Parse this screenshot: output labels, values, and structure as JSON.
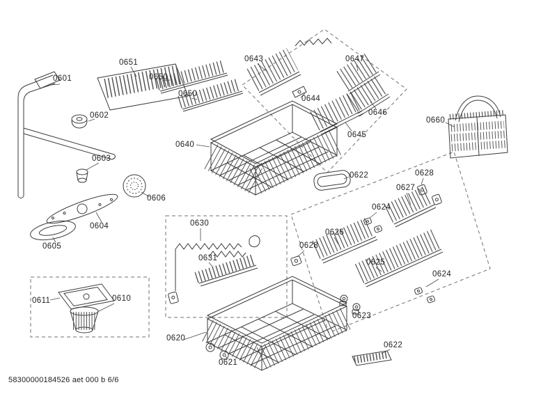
{
  "document": {
    "kind": "exploded-parts-diagram",
    "footer": "58300000184526 aet 000 b 6/6"
  },
  "parts": [
    {
      "label": "0601"
    },
    {
      "label": "0602"
    },
    {
      "label": "0603"
    },
    {
      "label": "0604"
    },
    {
      "label": "0605"
    },
    {
      "label": "0606"
    },
    {
      "label": "0651"
    },
    {
      "label": "0650"
    },
    {
      "label": "0650"
    },
    {
      "label": "0640"
    },
    {
      "label": "0643"
    },
    {
      "label": "0644"
    },
    {
      "label": "0645"
    },
    {
      "label": "0646"
    },
    {
      "label": "0647"
    },
    {
      "label": "0660"
    },
    {
      "label": "0622"
    },
    {
      "label": "0628"
    },
    {
      "label": "0627"
    },
    {
      "label": "0624"
    },
    {
      "label": "0626"
    },
    {
      "label": "0628"
    },
    {
      "label": "0625"
    },
    {
      "label": "0624"
    },
    {
      "label": "0623"
    },
    {
      "label": "0630"
    },
    {
      "label": "0631"
    },
    {
      "label": "0611"
    },
    {
      "label": "0610"
    },
    {
      "label": "0620"
    },
    {
      "label": "0621"
    },
    {
      "label": "0622"
    }
  ]
}
